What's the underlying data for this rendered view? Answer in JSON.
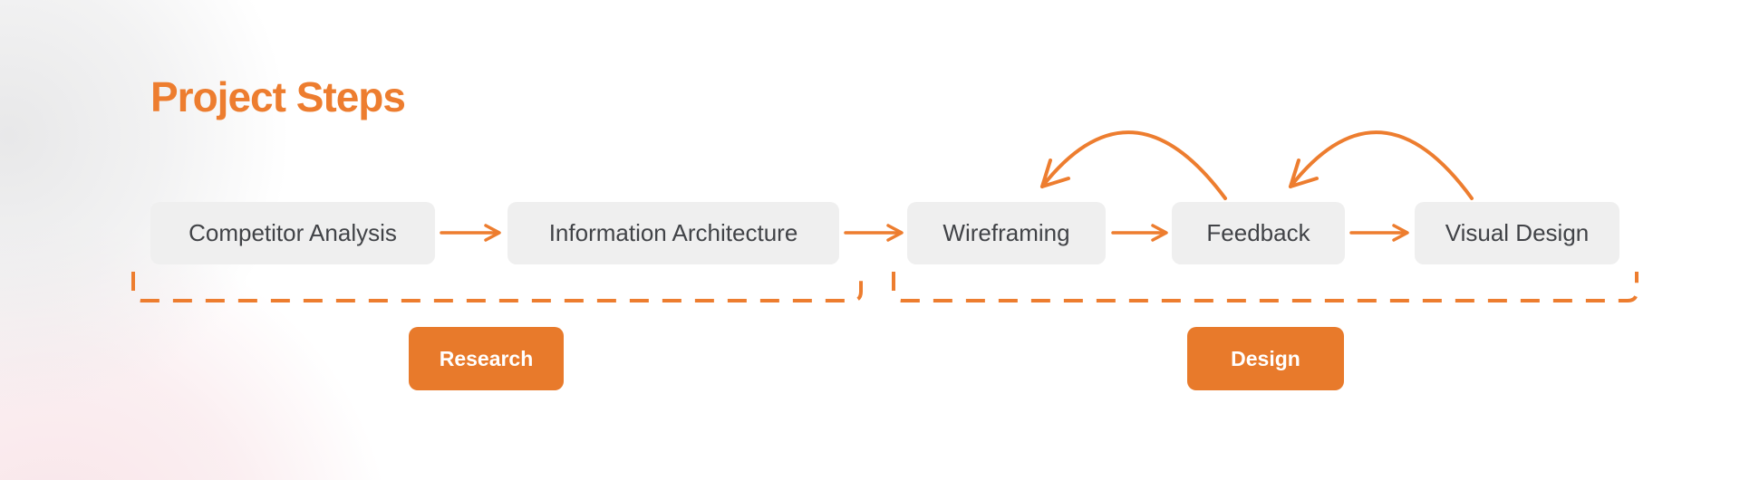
{
  "title": "Project Steps",
  "colors": {
    "accent_orange": "#ED7D2F",
    "button_orange": "#E87A2B",
    "step_box_bg": "#EFEFEF",
    "step_text": "#414347",
    "button_text": "#FFFFFF"
  },
  "steps": [
    {
      "label": "Competitor Analysis"
    },
    {
      "label": "Information Architecture"
    },
    {
      "label": "Wireframing"
    },
    {
      "label": "Feedback"
    },
    {
      "label": "Visual Design"
    }
  ],
  "groups": [
    {
      "label": "Research",
      "contains": [
        "Competitor Analysis",
        "Information Architecture"
      ]
    },
    {
      "label": "Design",
      "contains": [
        "Wireframing",
        "Feedback",
        "Visual Design"
      ]
    }
  ],
  "icons": {
    "flow_arrow": "right-arrow",
    "loopback_arrow": "curved-arc-arrow-left"
  }
}
